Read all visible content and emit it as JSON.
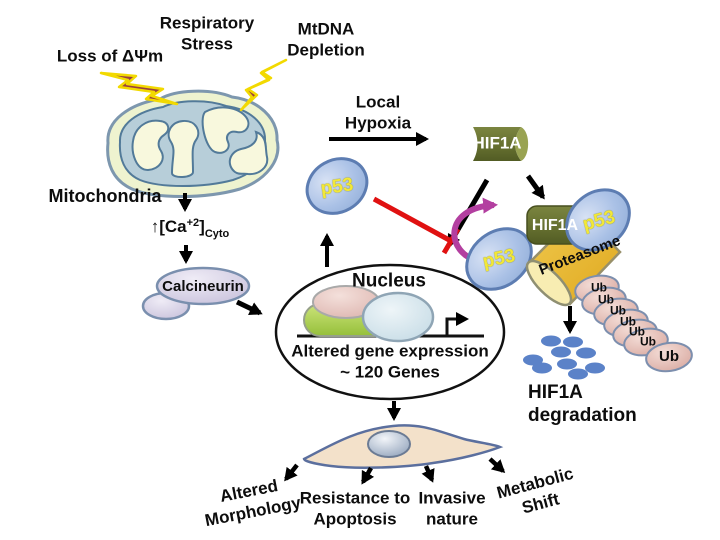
{
  "figure": {
    "type": "signaling-pathway-diagram",
    "colors": {
      "lightning_fill": "#9a4040",
      "lightning_edge": "#f2d900",
      "mitochondria_fill": "#eef3cf",
      "mitochondria_stroke": "#7d97ae",
      "mitochondria_inner": "#b7ced9",
      "cristae_fill": "#f8f8dd",
      "p53_fill": "#aac1e6",
      "p53_stroke": "#5d7db2",
      "p53_text": "#f2e838",
      "hif1a_fill": "#667030",
      "hif1a_text": "#ffffff",
      "inhibition_red": "#e01111",
      "binding_magenta": "#b33fa0",
      "proteasome_fill": "#e9b92d",
      "proteasome_cap": "#f8edb2",
      "ubiquitin_fill": "#e8c3bb",
      "degradation_dot": "#5b82c8",
      "calcineurin_fill": "#ddd8ea",
      "nucleus_green": "#a9ce4a",
      "nucleus_pink": "#e9cdc9",
      "nucleus_blue": "#d9e9ef",
      "cell_fill": "#f3e1ca",
      "cell_stroke": "#5b6f9e",
      "arrow_black": "#000000"
    }
  },
  "stressors": {
    "loss_psi": "Loss of ΔΨm",
    "respiratory_line1": "Respiratory",
    "respiratory_line2": "Stress",
    "mtdna_line1": "MtDNA",
    "mtdna_line2": "Depletion"
  },
  "mitochondria": {
    "label": "Mitochondria"
  },
  "calcium": {
    "up": "↑",
    "open": "[Ca",
    "sup": "+2",
    "close": "]",
    "sub": "Cyto"
  },
  "calcineurin": {
    "label": "Calcineurin"
  },
  "hypoxia": {
    "line1": "Local",
    "line2": "Hypoxia"
  },
  "proteins": {
    "p53": "p53",
    "hif1a": "HIF1A"
  },
  "proteasome": {
    "label": "Proteasome"
  },
  "ubiquitin": {
    "label": "Ub",
    "count": 7
  },
  "degradation": {
    "line1": "HIF1A",
    "line2": "degradation"
  },
  "nucleus": {
    "title": "Nucleus",
    "caption_line1": "Altered gene expression",
    "caption_line2": "~ 120 Genes"
  },
  "outcomes": [
    {
      "line1": "Altered",
      "line2": "Morphology"
    },
    {
      "line1": "Resistance to",
      "line2": "Apoptosis"
    },
    {
      "line1": "Invasive",
      "line2": "nature"
    },
    {
      "line1": "Metabolic",
      "line2": "Shift"
    }
  ]
}
